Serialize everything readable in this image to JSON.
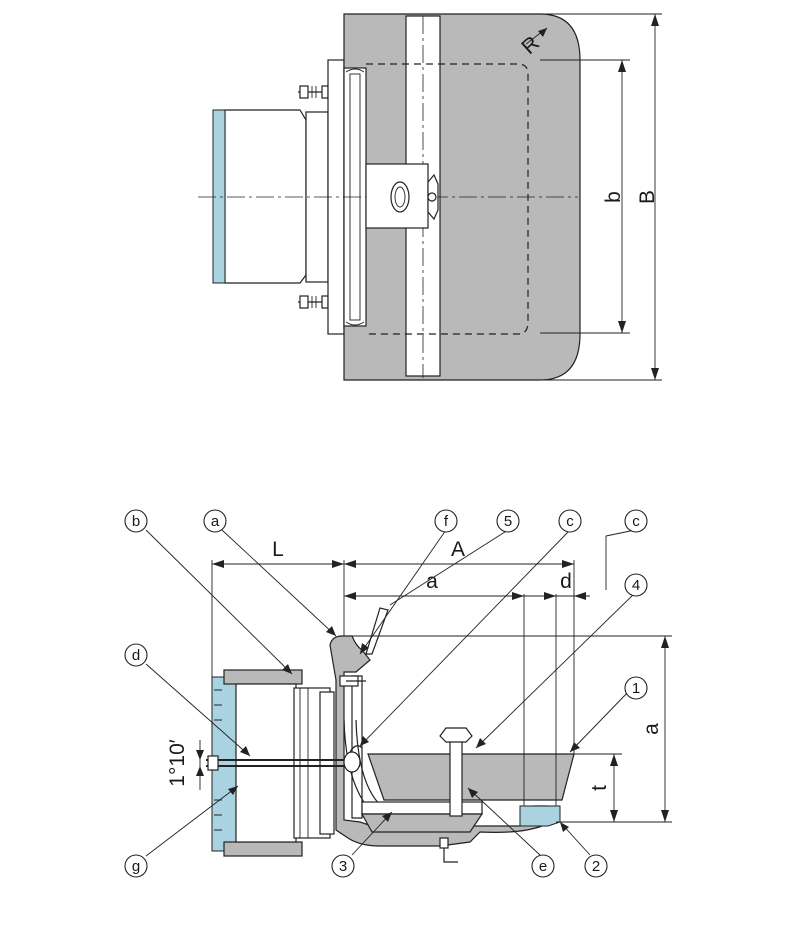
{
  "top_view": {
    "dims": {
      "R": "R",
      "b": "b",
      "B": "B"
    }
  },
  "section_view": {
    "dims": {
      "L": "L",
      "A": "A",
      "a_horizontal": "a",
      "d": "d",
      "a_vertical": "a",
      "t": "t",
      "angle": "1°10′"
    },
    "callouts": {
      "b": "b",
      "a": "a",
      "f": "f",
      "five": "5",
      "c1": "c",
      "c2": "c",
      "four": "4",
      "one": "1",
      "d": "d",
      "g": "g",
      "three": "3",
      "e": "e",
      "two": "2"
    }
  },
  "colors": {
    "body_gray": "#b9b9b9",
    "seal_blue": "#a9d3e0",
    "line": "#222222"
  }
}
